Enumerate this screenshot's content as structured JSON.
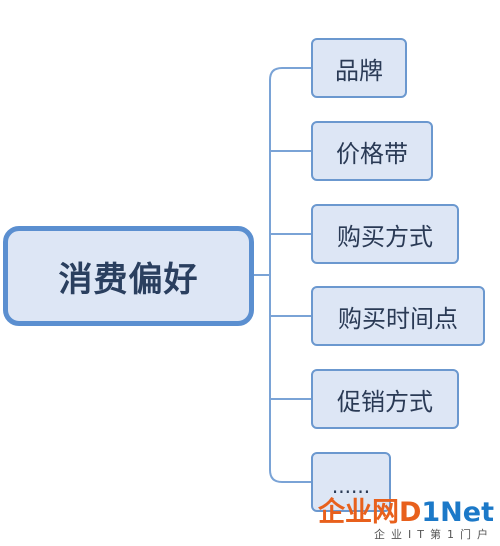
{
  "root": {
    "label": "消费偏好"
  },
  "branches": [
    {
      "label": "品牌"
    },
    {
      "label": "价格带"
    },
    {
      "label": "购买方式"
    },
    {
      "label": "购买时间点"
    },
    {
      "label": "促销方式"
    },
    {
      "label": "......"
    }
  ],
  "watermark": {
    "logo_part1": "企业网",
    "logo_part2": "D",
    "logo_part3": "1Net",
    "subtitle": "企业IT第1门户"
  },
  "colors": {
    "node_fill": "#dde6f5",
    "root_border": "#5b8fd0",
    "branch_border": "#6b98cf",
    "connector": "#7aa3d6",
    "watermark_orange": "#e8601c",
    "watermark_blue": "#1c79c8"
  }
}
